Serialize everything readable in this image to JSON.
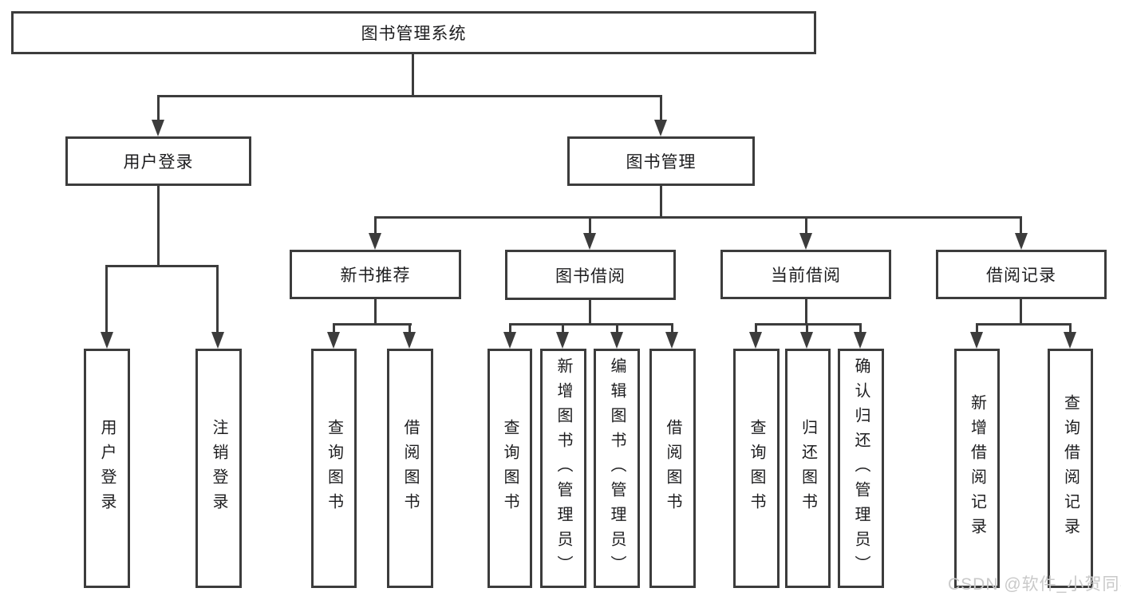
{
  "diagram": {
    "root": "图书管理系统",
    "branches": [
      {
        "label": "用户登录",
        "children": [
          "用户登录",
          "注销登录"
        ]
      },
      {
        "label": "图书管理",
        "children": [
          {
            "label": "新书推荐",
            "children": [
              "查询图书",
              "借阅图书"
            ]
          },
          {
            "label": "图书借阅",
            "children": [
              "查询图书",
              "新增图书（管理员）",
              "编辑图书（管理员）",
              "借阅图书"
            ]
          },
          {
            "label": "当前借阅",
            "children": [
              "查询图书",
              "归还图书",
              "确认归还（管理员）"
            ]
          },
          {
            "label": "借阅记录",
            "children": [
              "新增借阅记录",
              "查询借阅记录"
            ]
          }
        ]
      }
    ]
  },
  "watermark": {
    "text": "CSDN @软件_小贺同学"
  },
  "colors": {
    "line": "#3c3c3c",
    "text": "#1d1d1f",
    "box_fill": "#ffffff",
    "watermark": "#c9c9c9",
    "background": "#ffffff"
  }
}
